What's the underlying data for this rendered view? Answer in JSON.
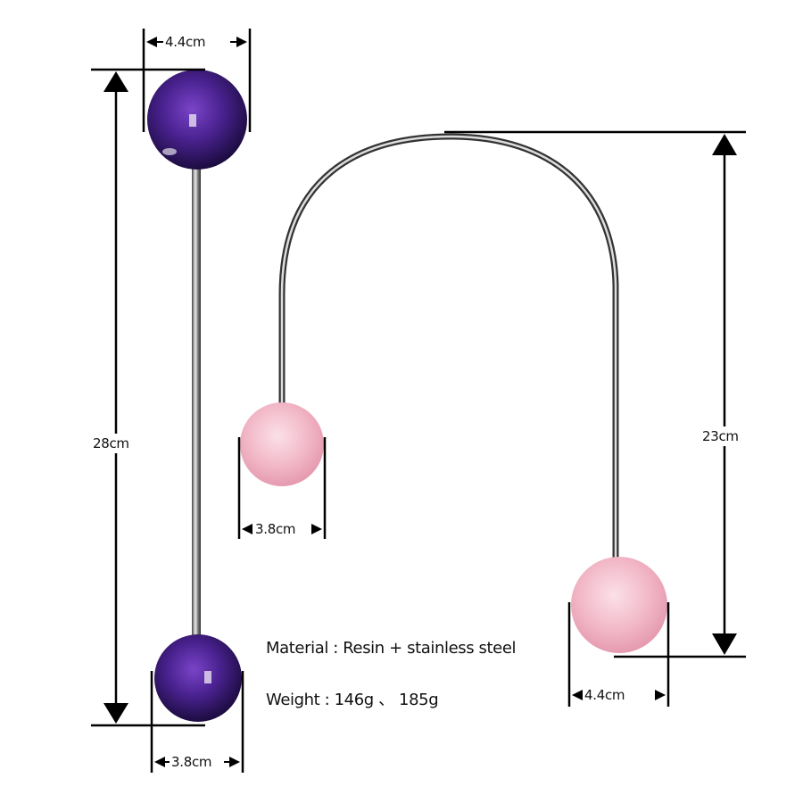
{
  "specs": {
    "material": "Material : Resin + stainless steel",
    "weight": "Weight : 146g 、 185g"
  },
  "straight_tool": {
    "length": "28cm",
    "top_ball_diameter": "4.4cm",
    "bottom_ball_diameter": "3.8cm",
    "ball_color": "#3a1a6e"
  },
  "hook_tool": {
    "height": "23cm",
    "small_ball_diameter": "3.8cm",
    "large_ball_diameter": "4.4cm",
    "ball_color": "#f2b8c8"
  },
  "colors": {
    "background": "#ffffff",
    "dimension_lines": "#000000",
    "steel": "#8a8a8a"
  }
}
